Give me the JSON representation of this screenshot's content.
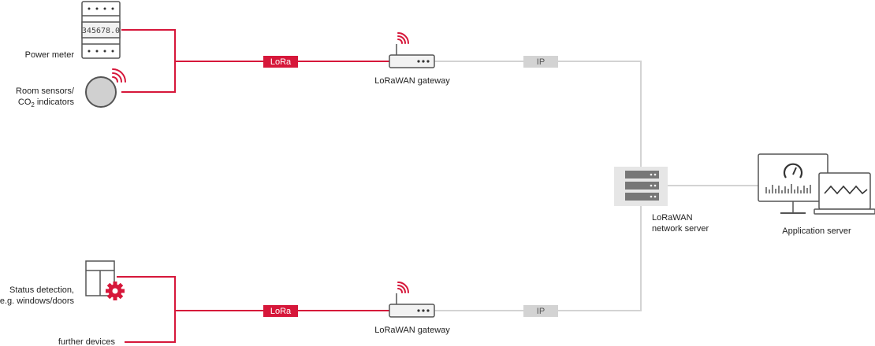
{
  "devices": {
    "power_meter": {
      "label": "Power meter",
      "display": "345678.0"
    },
    "room_sensors": {
      "label_line1": "Room sensors/",
      "label_line2_prefix": "CO",
      "label_line2_sub": "2",
      "label_line2_suffix": " indicators"
    },
    "status_detection": {
      "label_line1": "Status detection,",
      "label_line2": "e.g. windows/doors"
    },
    "further_devices": {
      "label": "further devices"
    }
  },
  "links": {
    "lora_top": "LoRa",
    "lora_bottom": "LoRa",
    "ip_top": "IP",
    "ip_bottom": "IP"
  },
  "gateways": {
    "top": {
      "label": "LoRaWAN gateway"
    },
    "bottom": {
      "label": "LoRaWAN gateway"
    }
  },
  "network_server": {
    "label_line1": "LoRaWAN",
    "label_line2": "network server"
  },
  "application_server": {
    "label": "Application server"
  },
  "colors": {
    "lora_red": "#d6173a",
    "ip_grey": "#d3d3d3",
    "device_outline": "#555555",
    "device_fill": "#f2f2f2"
  }
}
